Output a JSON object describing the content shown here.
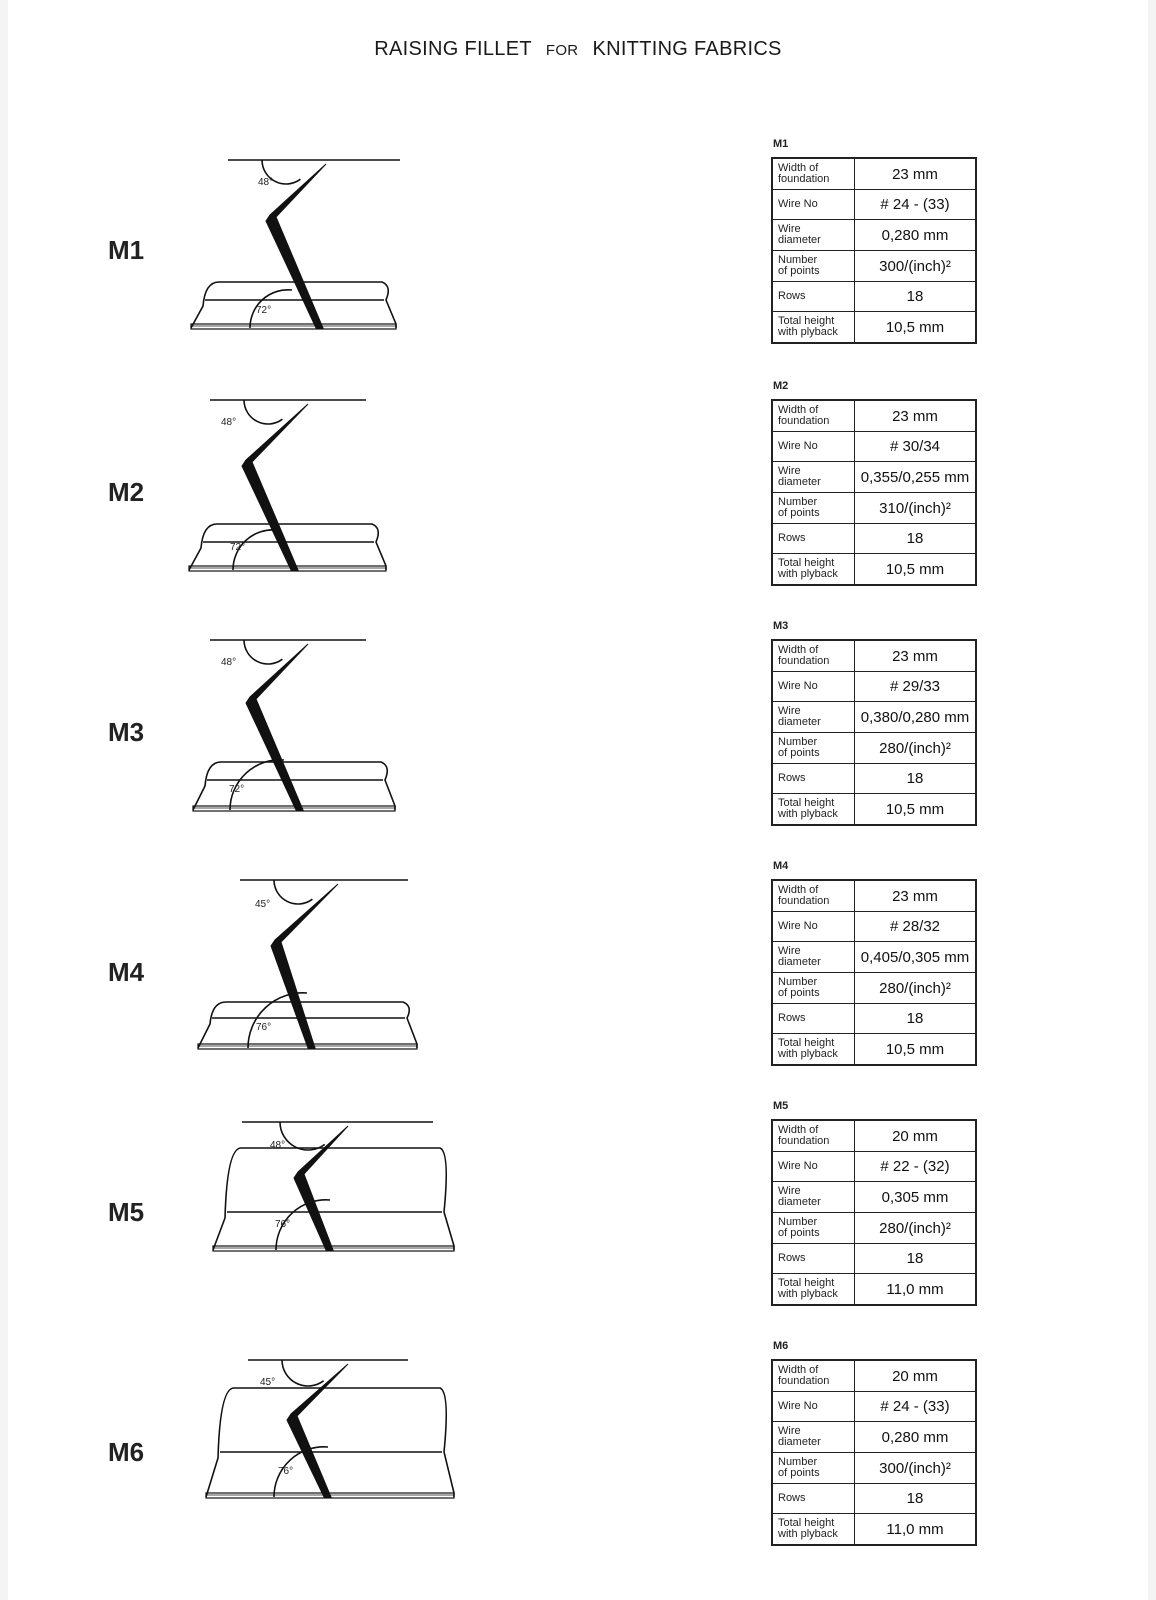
{
  "document": {
    "title_part1": "RAISING FILLET",
    "title_for": "FOR",
    "title_part2": "KNITTING FABRICS"
  },
  "row_labels": {
    "width": [
      "Width of",
      "foundation"
    ],
    "wire_no": [
      "Wire No"
    ],
    "wire_diameter": [
      "Wire",
      "diameter"
    ],
    "points": [
      "Number",
      "of points"
    ],
    "rows": [
      "Rows"
    ],
    "height": [
      "Total height",
      "with plyback"
    ]
  },
  "models": [
    {
      "label": "M1",
      "table_code": "M1",
      "angle_top": "48°",
      "angle_bottom": "72°",
      "width": "23 mm",
      "wire_no": "# 24 - (33)",
      "wire_diameter": "0,280 mm",
      "points": "300/(inch)²",
      "rows": "18",
      "height": "10,5 mm"
    },
    {
      "label": "M2",
      "table_code": "M2",
      "angle_top": "48°",
      "angle_bottom": "72°",
      "width": "23 mm",
      "wire_no": "# 30/34",
      "wire_diameter": "0,355/0,255 mm",
      "points": "310/(inch)²",
      "rows": "18",
      "height": "10,5 mm"
    },
    {
      "label": "M3",
      "table_code": "M3",
      "angle_top": "48°",
      "angle_bottom": "72°",
      "width": "23 mm",
      "wire_no": "# 29/33",
      "wire_diameter": "0,380/0,280 mm",
      "points": "280/(inch)²",
      "rows": "18",
      "height": "10,5 mm"
    },
    {
      "label": "M4",
      "table_code": "M4",
      "angle_top": "45°",
      "angle_bottom": "76°",
      "width": "23 mm",
      "wire_no": "# 28/32",
      "wire_diameter": "0,405/0,305 mm",
      "points": "280/(inch)²",
      "rows": "18",
      "height": "10,5 mm"
    },
    {
      "label": "M5",
      "table_code": "M5",
      "angle_top": "48°",
      "angle_bottom": "76°",
      "width": "20 mm",
      "wire_no": "# 22 - (32)",
      "wire_diameter": "0,305 mm",
      "points": "280/(inch)²",
      "rows": "18",
      "height": "11,0 mm"
    },
    {
      "label": "M6",
      "table_code": "M6",
      "angle_top": "45°",
      "angle_bottom": "76°",
      "width": "20 mm",
      "wire_no": "# 24 - (33)",
      "wire_diameter": "0,280 mm",
      "points": "300/(inch)²",
      "rows": "18",
      "height": "11,0 mm"
    }
  ]
}
